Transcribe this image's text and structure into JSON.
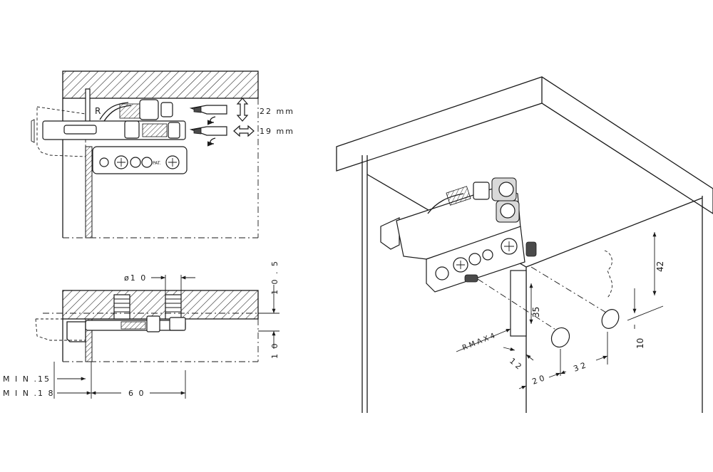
{
  "labels": {
    "top_radius": "R",
    "vertical_adjust": "22 mm",
    "horizontal_adjust": "19 mm",
    "hole_diameter": "ø1 0",
    "dim_top_right": "1 0 . 5",
    "dim_bottom_right": "1 0",
    "min15": "M I N .15",
    "min18": "M I N .1 8",
    "dim_60": "6 0",
    "dim_42": "42",
    "dim_35": "35",
    "rmax": "R M A X 4",
    "dim_12": "1 2",
    "dim_20": "2 0",
    "dim_32": "3 2",
    "dim_10_iso": "10",
    "pat": "PAT."
  },
  "icons": {
    "hatch": "diagonal-hatch-pattern",
    "screwdriver": "screwdriver-icon",
    "arrow_vertical": "double-arrow-vertical-icon",
    "arrow_horizontal": "double-arrow-horizontal-icon",
    "rotate": "rotate-arrow-icon"
  }
}
